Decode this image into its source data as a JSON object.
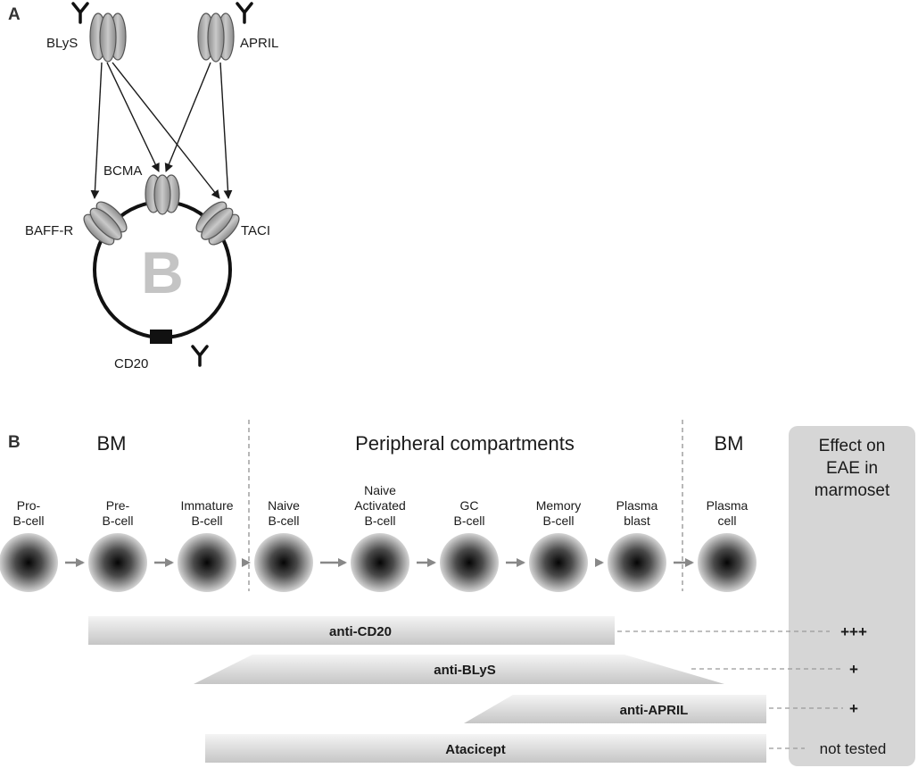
{
  "panel_a": {
    "label": "A",
    "ligands": [
      "BLyS",
      "APRIL"
    ],
    "receptors": [
      "BCMA",
      "BAFF-R",
      "TACI"
    ],
    "cell_letter": "B",
    "marker": "CD20",
    "antibody_glyph": "Y"
  },
  "panel_b": {
    "label": "B",
    "regions": [
      "BM",
      "Peripheral compartments",
      "BM"
    ],
    "effect_header": [
      "Effect on",
      "EAE in",
      "marmoset"
    ],
    "stages": [
      {
        "lines": [
          "Pro-",
          "B-cell"
        ]
      },
      {
        "lines": [
          "Pre-",
          "B-cell"
        ]
      },
      {
        "lines": [
          "Immature",
          "B-cell"
        ]
      },
      {
        "lines": [
          "Naive",
          "B-cell"
        ]
      },
      {
        "lines": [
          "Naive",
          "Activated",
          "B-cell"
        ]
      },
      {
        "lines": [
          "GC",
          "B-cell"
        ]
      },
      {
        "lines": [
          "Memory",
          "B-cell"
        ]
      },
      {
        "lines": [
          "Plasma",
          "blast"
        ]
      },
      {
        "lines": [
          "Plasma",
          "cell"
        ]
      }
    ],
    "treatments": [
      {
        "name": "anti-CD20",
        "effect": "+++"
      },
      {
        "name": "anti-BLyS",
        "effect": "+"
      },
      {
        "name": "anti-APRIL",
        "effect": "+"
      },
      {
        "name": "Atacicept",
        "effect": "not tested"
      }
    ]
  },
  "colors": {
    "receptor": "#a9a9a9",
    "receptor_edge": "#555555",
    "effect_panel": "#d6d6d6",
    "bar_light": "#f2f2f2",
    "bar_dark": "#c8c8c8",
    "cell_letter": "#c4c4c4"
  }
}
